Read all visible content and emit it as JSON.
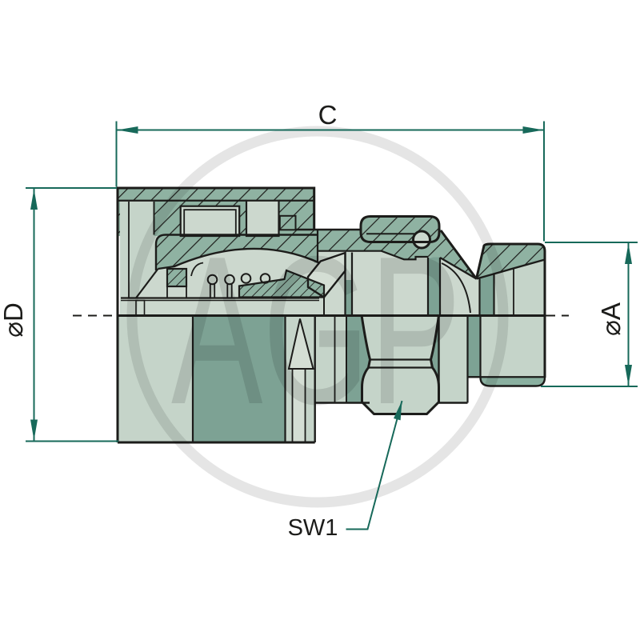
{
  "drawing": {
    "type": "technical-cross-section",
    "subject": "hydraulic quick-release coupling, female half with male thread",
    "labels": {
      "length_dim": "C",
      "diameter_left": "⌀D",
      "diameter_right": "⌀A",
      "wrench_size": "SW1"
    },
    "watermark": {
      "text": "AGP"
    },
    "colors": {
      "dimension_teal": "#17695a",
      "outline_black": "#1c1c1a",
      "body_light": "#c5d4c9",
      "body_lighter": "#d4ded4",
      "chamber_light": "#ccd8ce",
      "hatch_dark": "#8fb2a2",
      "sleeve_deep": "#7da294",
      "background": "#ffffff"
    }
  }
}
